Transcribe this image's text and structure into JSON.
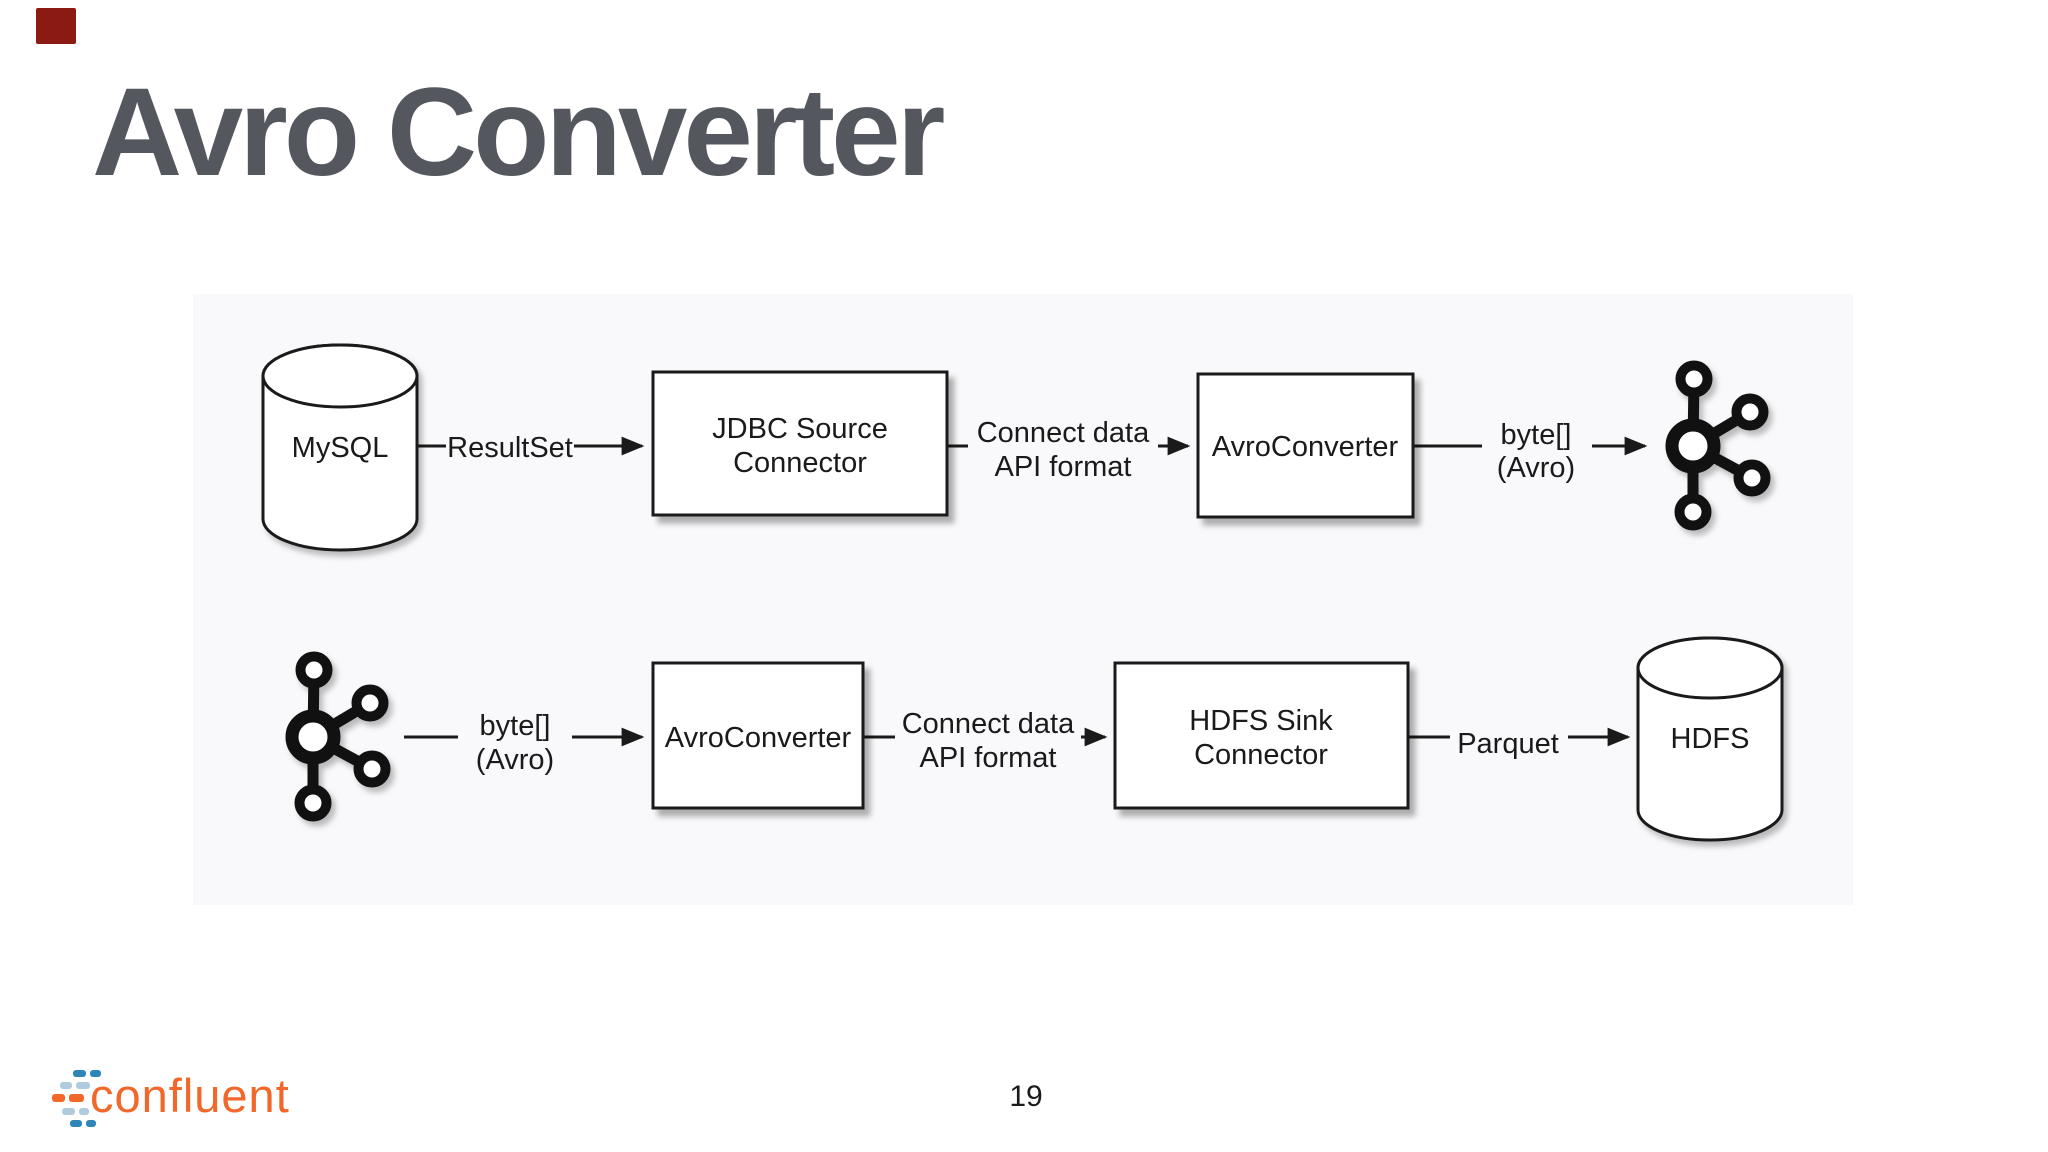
{
  "slide": {
    "title": "Avro Converter",
    "page_number": "19"
  },
  "footer": {
    "logo_text": "confluent"
  },
  "icons": {
    "kafka": "kafka-logo",
    "mysql_shape": "database-cylinder",
    "hdfs_shape": "database-cylinder",
    "marker": "red-recording-marker"
  },
  "colors": {
    "title_text": "#54575D",
    "diagram_text": "#1A1A1A",
    "panel_background": "#F9F8FA",
    "shape_outline": "#1A1A1A",
    "logo_orange": "#F2682B",
    "logo_blue": "#2E86B8",
    "logo_light_blue": "#AFCBDD",
    "marker_red": "#8B1A12"
  },
  "diagram": {
    "mysql_label": "MySQL",
    "hdfs_label": "HDFS",
    "row1": {
      "arrow1_label": "ResultSet",
      "box1_line1": "JDBC Source",
      "box1_line2": "Connector",
      "arrow2_label_line1": "Connect data",
      "arrow2_label_line2": "API format",
      "box2_label": "AvroConverter",
      "arrow3_label_line1": "byte[]",
      "arrow3_label_line2": "(Avro)"
    },
    "row2": {
      "arrow1_label_line1": "byte[]",
      "arrow1_label_line2": "(Avro)",
      "box1_label": "AvroConverter",
      "arrow2_label_line1": "Connect data",
      "arrow2_label_line2": "API format",
      "box2_line1": "HDFS Sink",
      "box2_line2": "Connector",
      "arrow3_label": "Parquet"
    }
  }
}
